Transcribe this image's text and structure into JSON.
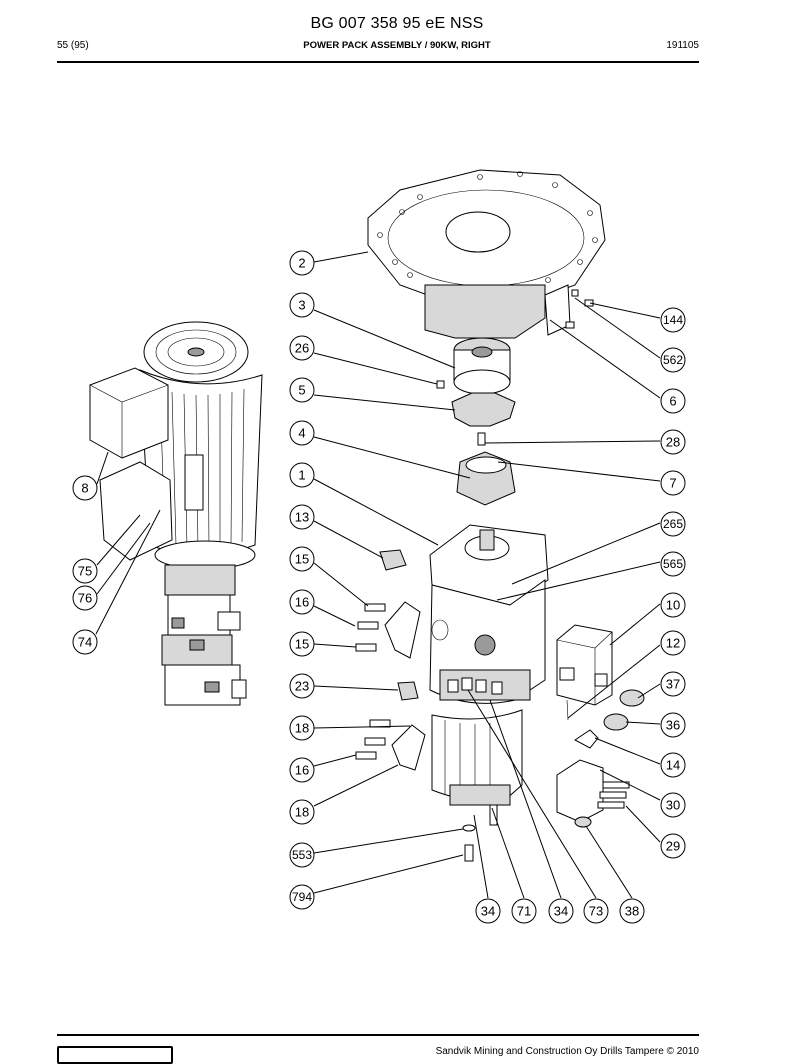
{
  "header": {
    "doc_code": "BG 007 358 95 eE NSS",
    "page": "55 (95)",
    "title": "POWER PACK ASSEMBLY / 90KW, RIGHT",
    "date": "191105"
  },
  "footer": {
    "copyright": "Sandvik Mining and Construction Oy Drills Tampere © 2010"
  },
  "callouts": [
    "2",
    "3",
    "26",
    "5",
    "4",
    "1",
    "13",
    "15",
    "16",
    "15",
    "23",
    "18",
    "16",
    "18",
    "553",
    "794",
    "8",
    "75",
    "76",
    "74",
    "144",
    "562",
    "6",
    "28",
    "7",
    "265",
    "565",
    "10",
    "12",
    "37",
    "36",
    "14",
    "30",
    "29",
    "34",
    "71",
    "34",
    "73",
    "38"
  ]
}
